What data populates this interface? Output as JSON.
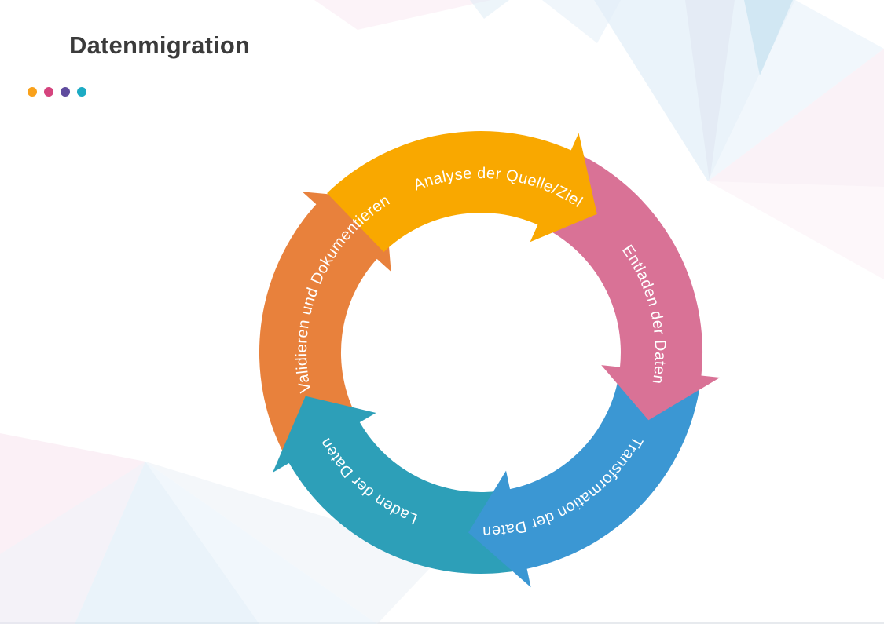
{
  "slide": {
    "title": "Datenmigration",
    "accent_dots": [
      {
        "name": "dot-orange",
        "color": "#F9A11B"
      },
      {
        "name": "dot-pink",
        "color": "#D5447E"
      },
      {
        "name": "dot-purple",
        "color": "#5F4B9E"
      },
      {
        "name": "dot-teal",
        "color": "#1CABC4"
      }
    ]
  },
  "diagram": {
    "type": "cycle",
    "direction": "clockwise",
    "label_color": "#FFFFFF",
    "segments": [
      {
        "id": "analyse",
        "label": "Analyse der Quelle/Ziel",
        "color": "#F9A800"
      },
      {
        "id": "entladen",
        "label": "Entladen der Daten",
        "color": "#D97296"
      },
      {
        "id": "transformation",
        "label": "Transformation der Daten",
        "color": "#3B97D3"
      },
      {
        "id": "laden",
        "label": "Laden der Daten",
        "color": "#2D9FB8"
      },
      {
        "id": "validieren",
        "label": "Validieren und Dokumentieren",
        "color": "#E8813C"
      }
    ]
  }
}
